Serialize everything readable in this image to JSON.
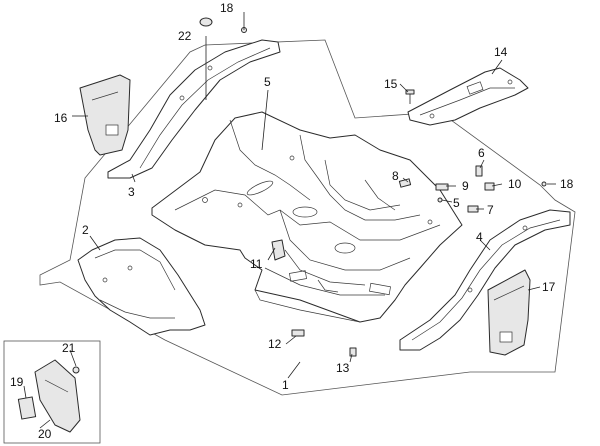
{
  "diagram": {
    "callouts": [
      {
        "id": "c1",
        "label": "1"
      },
      {
        "id": "c2",
        "label": "2"
      },
      {
        "id": "c3",
        "label": "3"
      },
      {
        "id": "c4",
        "label": "4"
      },
      {
        "id": "c5a",
        "label": "5"
      },
      {
        "id": "c5b",
        "label": "5"
      },
      {
        "id": "c6",
        "label": "6"
      },
      {
        "id": "c7",
        "label": "7"
      },
      {
        "id": "c8",
        "label": "8"
      },
      {
        "id": "c9",
        "label": "9"
      },
      {
        "id": "c10",
        "label": "10"
      },
      {
        "id": "c11",
        "label": "11"
      },
      {
        "id": "c12",
        "label": "12"
      },
      {
        "id": "c13",
        "label": "13"
      },
      {
        "id": "c14",
        "label": "14"
      },
      {
        "id": "c15",
        "label": "15"
      },
      {
        "id": "c16",
        "label": "16"
      },
      {
        "id": "c17",
        "label": "17"
      },
      {
        "id": "c18a",
        "label": "18"
      },
      {
        "id": "c18b",
        "label": "18"
      },
      {
        "id": "c19",
        "label": "19"
      },
      {
        "id": "c20",
        "label": "20"
      },
      {
        "id": "c21",
        "label": "21"
      },
      {
        "id": "c22",
        "label": "22"
      }
    ]
  }
}
